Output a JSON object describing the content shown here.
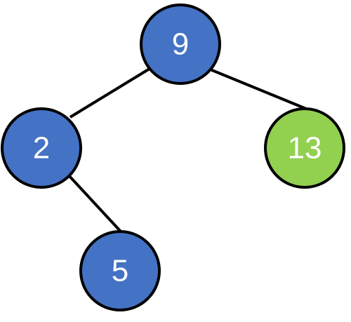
{
  "colors": {
    "default_node": "#4472c4",
    "highlight_node": "#92d050",
    "outline": "#000000",
    "label": "#ffffff"
  },
  "nodes": [
    {
      "id": "n9",
      "label": "9",
      "color": "#4472c4"
    },
    {
      "id": "n2",
      "label": "2",
      "color": "#4472c4"
    },
    {
      "id": "n13",
      "label": "13",
      "color": "#92d050"
    },
    {
      "id": "n5",
      "label": "5",
      "color": "#4472c4"
    }
  ],
  "edges": [
    {
      "from": "n9",
      "to": "n2"
    },
    {
      "from": "n9",
      "to": "n13"
    },
    {
      "from": "n2",
      "to": "n5"
    }
  ]
}
